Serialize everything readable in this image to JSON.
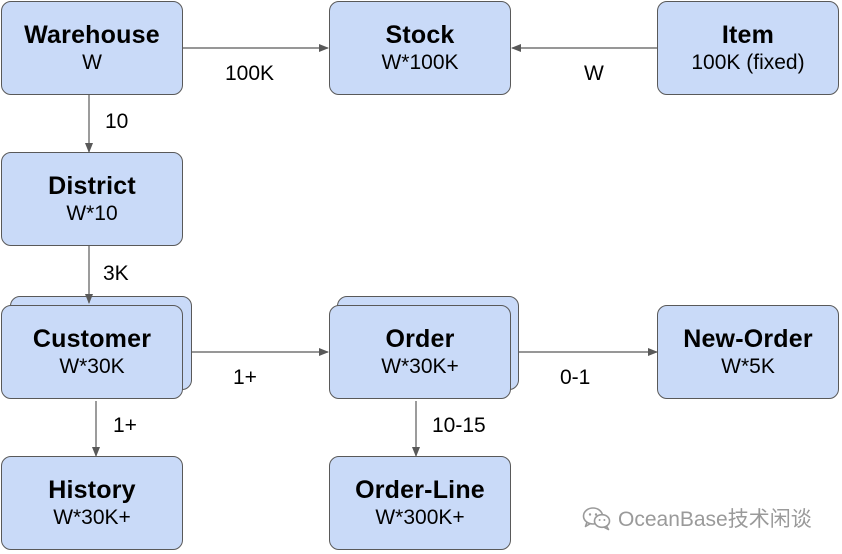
{
  "entities": {
    "warehouse": {
      "title": "Warehouse",
      "cardinality": "W"
    },
    "stock": {
      "title": "Stock",
      "cardinality": "W*100K"
    },
    "item": {
      "title": "Item",
      "cardinality": "100K (fixed)"
    },
    "district": {
      "title": "District",
      "cardinality": "W*10"
    },
    "customer": {
      "title": "Customer",
      "cardinality": "W*30K"
    },
    "order": {
      "title": "Order",
      "cardinality": "W*30K+"
    },
    "new_order": {
      "title": "New-Order",
      "cardinality": "W*5K"
    },
    "history": {
      "title": "History",
      "cardinality": "W*30K+"
    },
    "order_line": {
      "title": "Order-Line",
      "cardinality": "W*300K+"
    }
  },
  "relations": {
    "warehouse_stock": "100K",
    "item_stock": "W",
    "warehouse_district": "10",
    "district_customer": "3K",
    "customer_order": "1+",
    "order_new_order": "0-1",
    "customer_history": "1+",
    "order_order_line": "10-15"
  },
  "watermark": {
    "text": "OceanBase技术闲谈",
    "icon": "wechat-icon"
  },
  "colors": {
    "box_fill": "#c9daf8",
    "box_border": "#595959",
    "edge": "#595959",
    "watermark": "#9a9a9a"
  }
}
